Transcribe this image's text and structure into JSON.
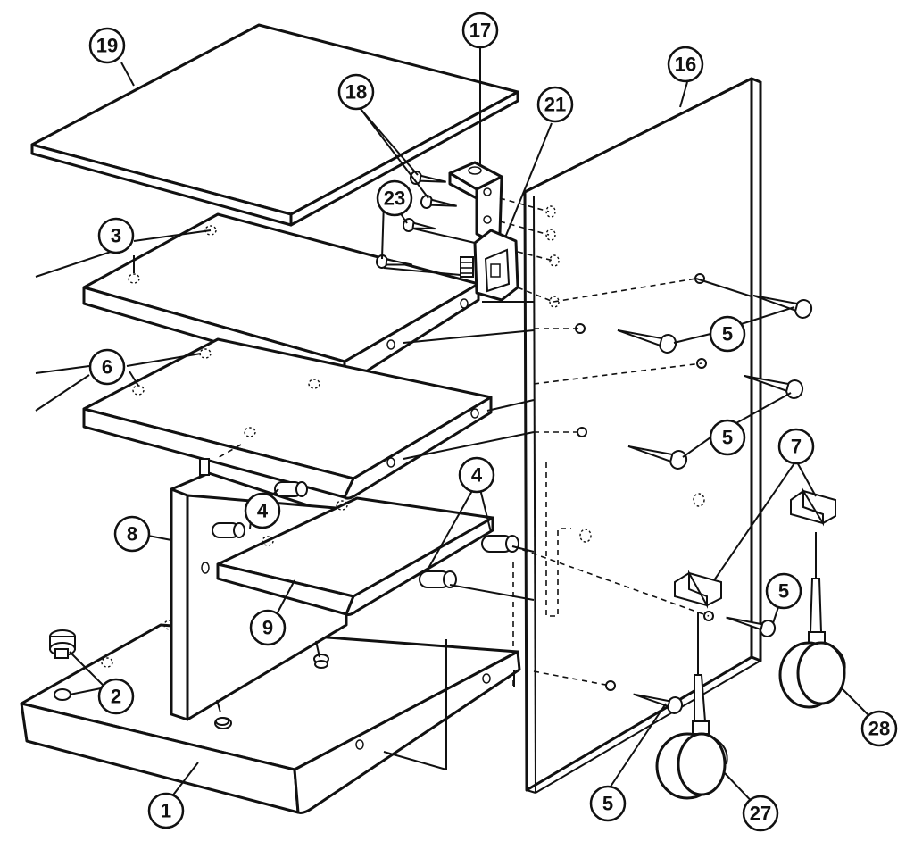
{
  "callouts": [
    {
      "id": "c19",
      "label": "19"
    },
    {
      "id": "c17",
      "label": "17"
    },
    {
      "id": "c16",
      "label": "16"
    },
    {
      "id": "c18",
      "label": "18"
    },
    {
      "id": "c21",
      "label": "21"
    },
    {
      "id": "c23",
      "label": "23"
    },
    {
      "id": "c3",
      "label": "3"
    },
    {
      "id": "c6",
      "label": "6"
    },
    {
      "id": "c5a",
      "label": "5"
    },
    {
      "id": "c5b",
      "label": "5"
    },
    {
      "id": "c7",
      "label": "7"
    },
    {
      "id": "c4a",
      "label": "4"
    },
    {
      "id": "c4b",
      "label": "4"
    },
    {
      "id": "c8",
      "label": "8"
    },
    {
      "id": "c9",
      "label": "9"
    },
    {
      "id": "c5c",
      "label": "5"
    },
    {
      "id": "c2",
      "label": "2"
    },
    {
      "id": "c1",
      "label": "1"
    },
    {
      "id": "c5d",
      "label": "5"
    },
    {
      "id": "c27",
      "label": "27"
    },
    {
      "id": "c28",
      "label": "28"
    }
  ]
}
